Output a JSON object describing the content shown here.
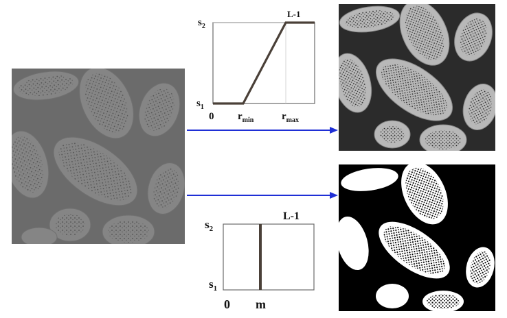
{
  "colors": {
    "arrow": "#1f2fd6",
    "curve": "#4a4038",
    "frame": "#6a6a6a",
    "original_bg": "#6b6b6b",
    "enhanced_bg": "#2b2b2b"
  },
  "images": {
    "original": "low-contrast-pollen-image",
    "contrast_stretched": "contrast-stretched-pollen-image",
    "thresholded": "thresholded-binary-pollen-image"
  },
  "stretch_plot": {
    "s2": "s",
    "s2_sub": "2",
    "s1": "s",
    "s1_sub": "1",
    "L1": "L-1",
    "zero": "0",
    "rmin": "r",
    "rmin_sub": "min",
    "rmax": "r",
    "rmax_sub": "max"
  },
  "threshold_plot": {
    "s2": "s",
    "s2_sub": "2",
    "s1": "s",
    "s1_sub": "1",
    "L1": "L-1",
    "zero": "0",
    "m": "m"
  }
}
